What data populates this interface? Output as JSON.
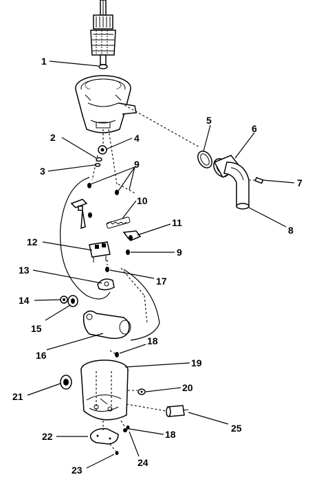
{
  "callouts": [
    {
      "id": "1",
      "label": "1"
    },
    {
      "id": "2",
      "label": "2"
    },
    {
      "id": "3",
      "label": "3"
    },
    {
      "id": "4",
      "label": "4"
    },
    {
      "id": "5",
      "label": "5"
    },
    {
      "id": "6",
      "label": "6"
    },
    {
      "id": "7",
      "label": "7"
    },
    {
      "id": "8",
      "label": "8"
    },
    {
      "id": "9a",
      "label": "9"
    },
    {
      "id": "9b",
      "label": "9"
    },
    {
      "id": "10",
      "label": "10"
    },
    {
      "id": "11",
      "label": "11"
    },
    {
      "id": "12",
      "label": "12"
    },
    {
      "id": "13",
      "label": "13"
    },
    {
      "id": "14",
      "label": "14"
    },
    {
      "id": "15",
      "label": "15"
    },
    {
      "id": "16",
      "label": "16"
    },
    {
      "id": "17",
      "label": "17"
    },
    {
      "id": "18a",
      "label": "18"
    },
    {
      "id": "18b",
      "label": "18"
    },
    {
      "id": "19",
      "label": "19"
    },
    {
      "id": "20",
      "label": "20"
    },
    {
      "id": "21",
      "label": "21"
    },
    {
      "id": "22",
      "label": "22"
    },
    {
      "id": "23",
      "label": "23"
    },
    {
      "id": "24",
      "label": "24"
    },
    {
      "id": "25",
      "label": "25"
    }
  ]
}
